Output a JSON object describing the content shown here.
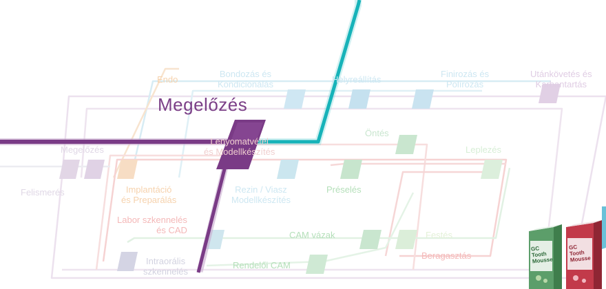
{
  "colors": {
    "purple": "#7a3b86",
    "teal": "#16b3b8",
    "faint_purple": "#e3d3e6",
    "faint_blue": "#c9e6f2",
    "faint_orange": "#f7dcc1",
    "faint_green": "#d8eedc",
    "faint_red": "#f3c4c4",
    "label_blue": "#cde7f2",
    "label_orange": "#f6d2ad",
    "label_green": "#b4dfb9",
    "label_red": "#f4b8b8",
    "label_purple": "#e0cde4",
    "label_gray": "#d9d9e2"
  },
  "highlight": {
    "label": "Megelőzés"
  },
  "stations": {
    "endo": "Endo",
    "bondozas": [
      "Bondozás és",
      "Kondicionálás"
    ],
    "helyreallitas": "Helyreállítás",
    "finirozas": [
      "Finirozás és",
      "Polírozás"
    ],
    "utankovetes": [
      "Utánkövetés és",
      "Karbantartás"
    ],
    "megelozes_small": "Megelőzés",
    "lenyomatvetel": [
      "Lenyomatvétel",
      "és Modellkészítés"
    ],
    "ontes": "Öntés",
    "leplezes": "Leplezés",
    "felismeres": "Felismerés",
    "implantacio": [
      "Implantáció",
      "és Preparálás"
    ],
    "rezin": [
      "Rezin / Viasz",
      "Modellkészítés"
    ],
    "preseles": "Préselés",
    "labor": [
      "Labor szkennelés",
      "és CAD"
    ],
    "cam_vazak": "CAM vázak",
    "festes": "Festés",
    "beragasztas": "Beragasztás",
    "intraoralis": [
      "Intraorális",
      "szkennelés"
    ],
    "rendeloi_cam": "Rendelői CAM"
  },
  "products": {
    "left_box": [
      "GC",
      "Tooth",
      "Mousse"
    ],
    "right_box": [
      "GC",
      "Tooth",
      "Mousse"
    ]
  }
}
